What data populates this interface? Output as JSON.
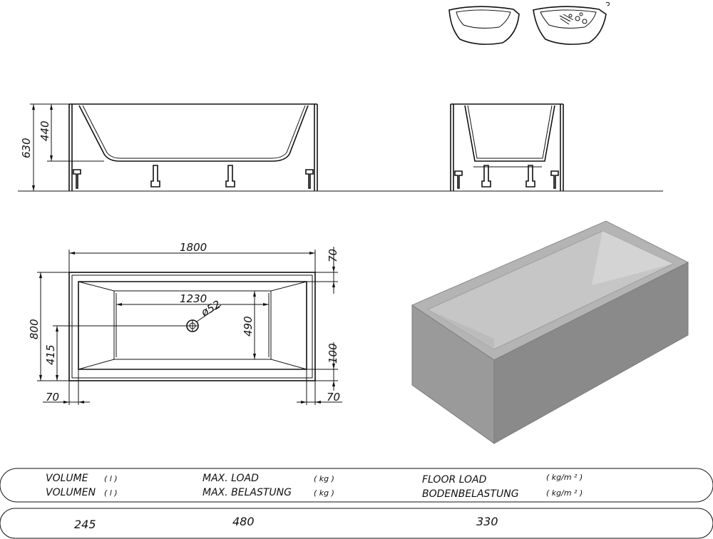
{
  "dimensions": {
    "total_height": "630",
    "rim_height": "440",
    "length": "1800",
    "width": "800",
    "inner_length": "1230",
    "inner_width": "490",
    "drain_dia": "ø52",
    "drain_offset": "415",
    "rim_top": "70",
    "rim_bottom": "100",
    "rim_left": "70",
    "rim_right": "70"
  },
  "specs_table": {
    "volume_label_en": "VOLUME",
    "volume_label_de": "VOLUMEN",
    "volume_unit": "( l )",
    "load_label_en": "MAX. LOAD",
    "load_label_de": "MAX. BELASTUNG",
    "load_unit": "( kg )",
    "floor_label_en": "FLOOR LOAD",
    "floor_label_de": "BODENBELASTUNG",
    "floor_unit": "( kg/m ² )",
    "volume_value": "245",
    "load_value": "480",
    "floor_value": "330"
  },
  "colors": {
    "render_front": "#9a9a9a",
    "render_side": "#8a8a8a",
    "render_top": "#b4b4b4",
    "render_inner": "#c6c6c6"
  }
}
